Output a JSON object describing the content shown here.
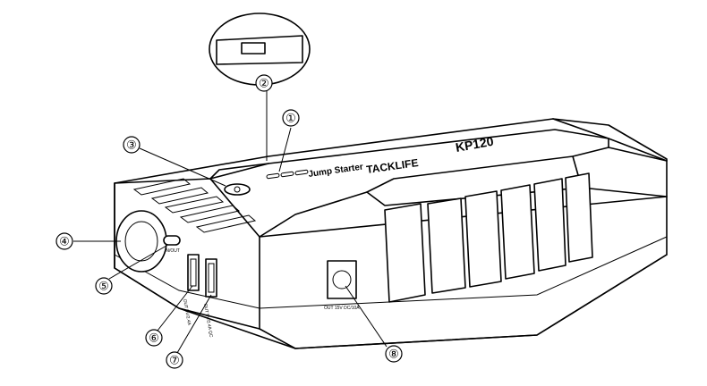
{
  "callouts": [
    {
      "id": 1,
      "label": "①"
    },
    {
      "id": 2,
      "label": "②"
    },
    {
      "id": 3,
      "label": "③"
    },
    {
      "id": 4,
      "label": "④"
    },
    {
      "id": 5,
      "label": "⑤"
    },
    {
      "id": 6,
      "label": "⑥"
    },
    {
      "id": 7,
      "label": "⑦"
    },
    {
      "id": 8,
      "label": "⑧"
    }
  ],
  "device_text": {
    "product_name": "Jump Starter",
    "brand": "TACKLIFE",
    "model": "KP120",
    "port_type_c": "IN/OUT",
    "usb_out_1": "OUT 5V/2.4A",
    "usb_out_2": "OUT 5V/2.4A QC",
    "dc_out": "OUT 15V DC/10A"
  }
}
